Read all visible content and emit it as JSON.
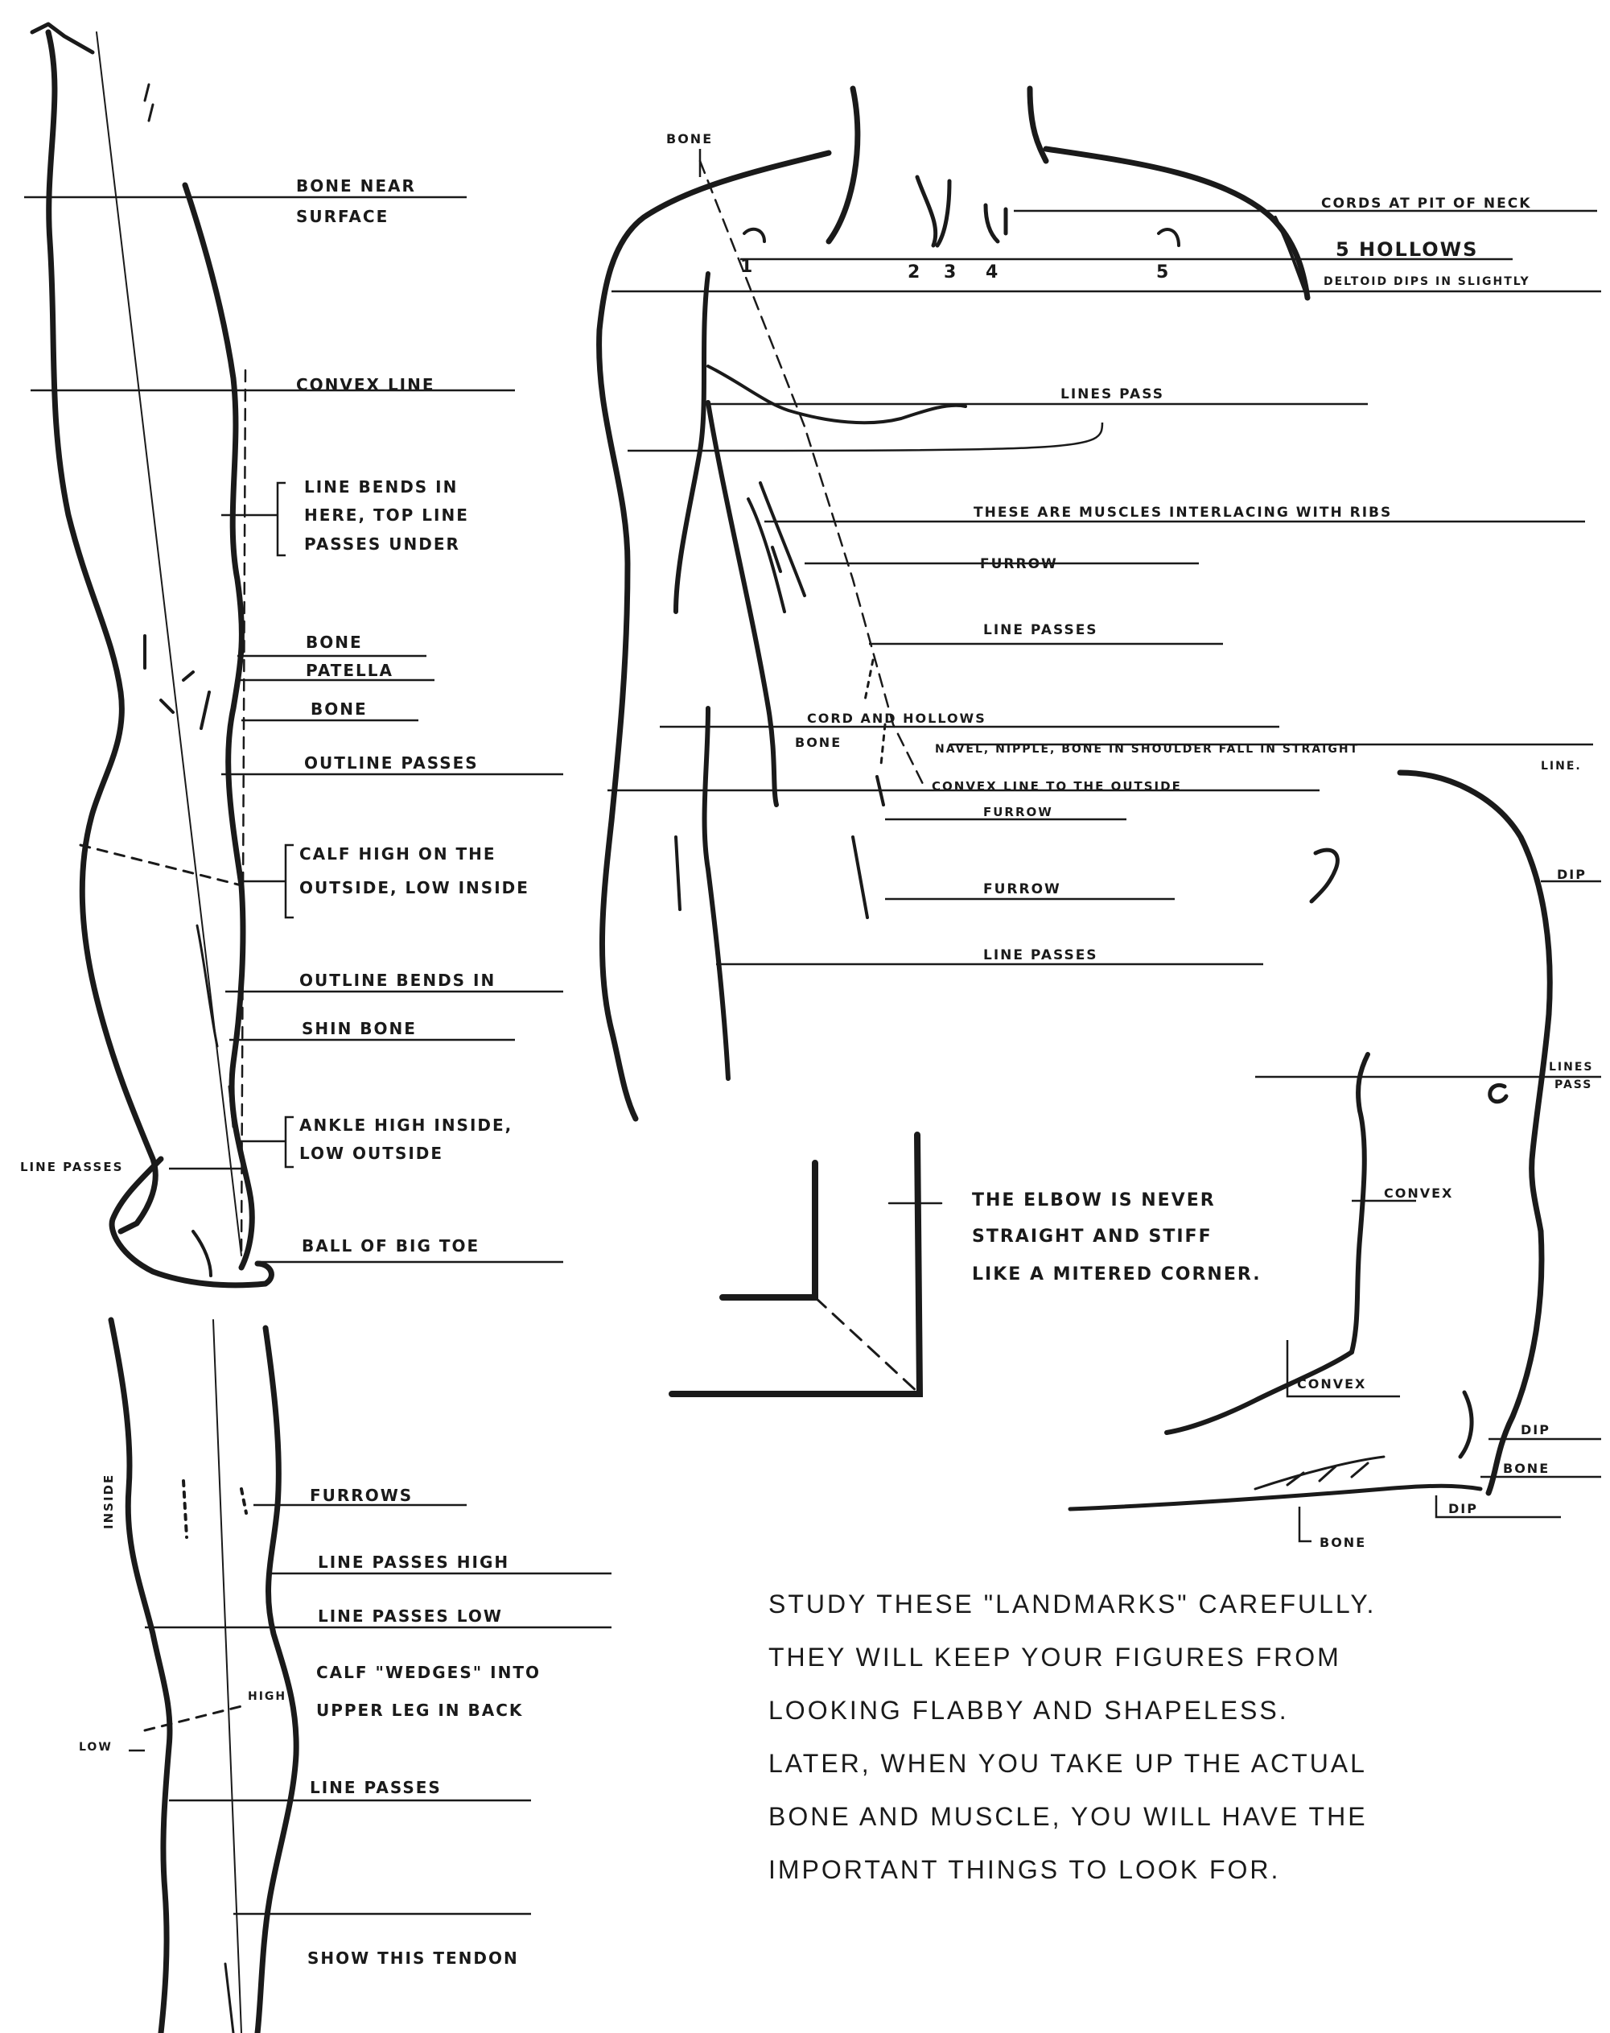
{
  "leg_side_labels": {
    "bone_near_surface": [
      "BONE NEAR",
      "SURFACE"
    ],
    "convex_line": "CONVEX LINE",
    "line_bends_in": [
      "LINE BENDS IN",
      "HERE, TOP LINE",
      "PASSES UNDER"
    ],
    "bone_patella": [
      "BONE",
      "PATELLA"
    ],
    "bone": "BONE",
    "outline_passes": "OUTLINE PASSES",
    "calf_high": [
      "CALF HIGH ON THE",
      "OUTSIDE, LOW INSIDE"
    ],
    "outline_bends_in": "OUTLINE BENDS IN",
    "shin_bone": "SHIN BONE",
    "ankle_high": [
      "ANKLE HIGH INSIDE,",
      "LOW OUTSIDE"
    ],
    "line_passes": "LINE PASSES",
    "ball_of_big_toe": "BALL OF BIG TOE"
  },
  "leg_back_labels": {
    "inside": "INSIDE",
    "furrows": "FURROWS",
    "line_passes_high": "LINE PASSES HIGH",
    "line_passes_low": "LINE PASSES LOW",
    "calf_wedges": [
      "CALF \"WEDGES\" INTO",
      "UPPER LEG IN BACK"
    ],
    "high": "HIGH",
    "low": "LOW",
    "line_passes": "LINE PASSES",
    "show_this_tendon": "SHOW THIS TENDON"
  },
  "torso_labels": {
    "bone": "BONE",
    "cords_at_pit_of_neck": "CORDS AT PIT OF NECK",
    "five_hollows": "5 HOLLOWS",
    "hollow_numbers": [
      "1",
      "2",
      "3",
      "4",
      "5"
    ],
    "deltoid_dips": "DELTOID DIPS IN SLIGHTLY",
    "lines_pass": "LINES PASS",
    "muscles_interlacing": "THESE ARE MUSCLES INTERLACING WITH RIBS",
    "furrow_1": "FURROW",
    "line_passes_1": "LINE PASSES",
    "cord_and_hollows": "CORD AND HOLLOWS",
    "bone_2": "BONE",
    "navel_nipple": "NAVEL, NIPPLE, BONE IN SHOULDER FALL IN STRAIGHT",
    "line_word": "LINE.",
    "convex_outside": "CONVEX LINE TO THE OUTSIDE",
    "furrow_2": "FURROW",
    "furrow_3": "FURROW",
    "line_passes_2": "LINE PASSES"
  },
  "arm_labels": {
    "dip_top": "DIP",
    "lines_pass": [
      "LINES",
      "PASS"
    ],
    "convex_1": "CONVEX",
    "convex_2": "CONVEX",
    "dip_2": "DIP",
    "bone": "BONE",
    "dip_3": "DIP",
    "bone_2": "BONE"
  },
  "elbow_note": [
    "THE ELBOW IS NEVER",
    "STRAIGHT AND STIFF",
    "LIKE A MITERED CORNER."
  ],
  "study_note": [
    "STUDY THESE \"LANDMARKS\" CAREFULLY.",
    "THEY WILL KEEP YOUR FIGURES FROM",
    "LOOKING FLABBY AND SHAPELESS.",
    "LATER, WHEN YOU TAKE UP THE ACTUAL",
    "BONE AND MUSCLE, YOU WILL HAVE THE",
    "IMPORTANT THINGS TO LOOK FOR."
  ]
}
